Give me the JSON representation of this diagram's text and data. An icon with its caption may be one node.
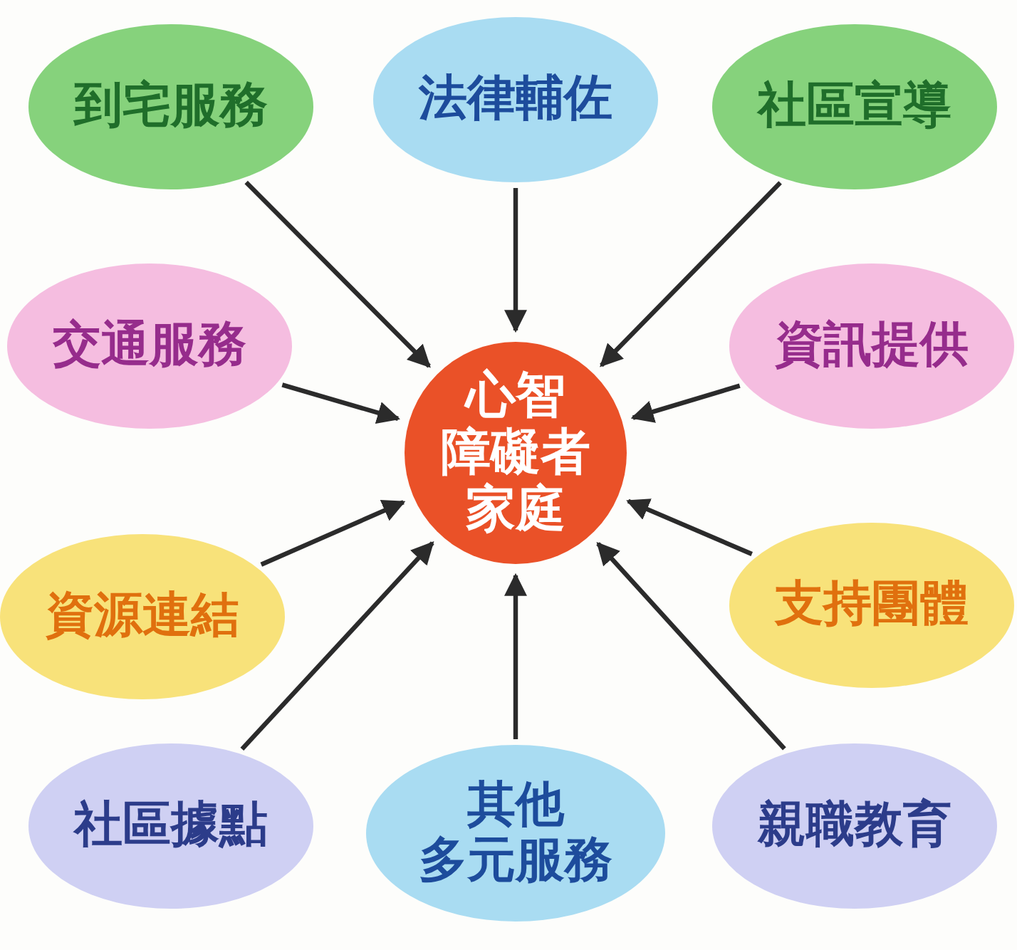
{
  "diagram": {
    "nodes": [
      {
        "text": [
          "心智障礙者家庭"
        ]
      },
      {
        "text": [
          "到宅服務"
        ]
      },
      {
        "text": [
          "法律輔佐"
        ]
      },
      {
        "text": [
          "社區宣導"
        ]
      },
      {
        "text": [
          "交通服務"
        ]
      },
      {
        "text": [
          "資訊提供"
        ]
      },
      {
        "text": [
          "資源連結"
        ]
      },
      {
        "text": [
          "支持團體"
        ]
      },
      {
        "text": [
          "社區據點"
        ]
      },
      {
        "text": [
          "其他多元服務"
        ]
      },
      {
        "text": [
          "親職教育"
        ]
      }
    ],
    "edges": [
      {
        "from": 1,
        "to": 0,
        "arrow": "to"
      },
      {
        "from": 2,
        "to": 0,
        "arrow": "to"
      },
      {
        "from": 3,
        "to": 0,
        "arrow": "to"
      },
      {
        "from": 4,
        "to": 0,
        "arrow": "to"
      },
      {
        "from": 5,
        "to": 0,
        "arrow": "to"
      },
      {
        "from": 6,
        "to": 0,
        "arrow": "to"
      },
      {
        "from": 7,
        "to": 0,
        "arrow": "to"
      },
      {
        "from": 8,
        "to": 0,
        "arrow": "to"
      },
      {
        "from": 9,
        "to": 0,
        "arrow": "to"
      },
      {
        "from": 10,
        "to": 0,
        "arrow": "to"
      }
    ]
  }
}
